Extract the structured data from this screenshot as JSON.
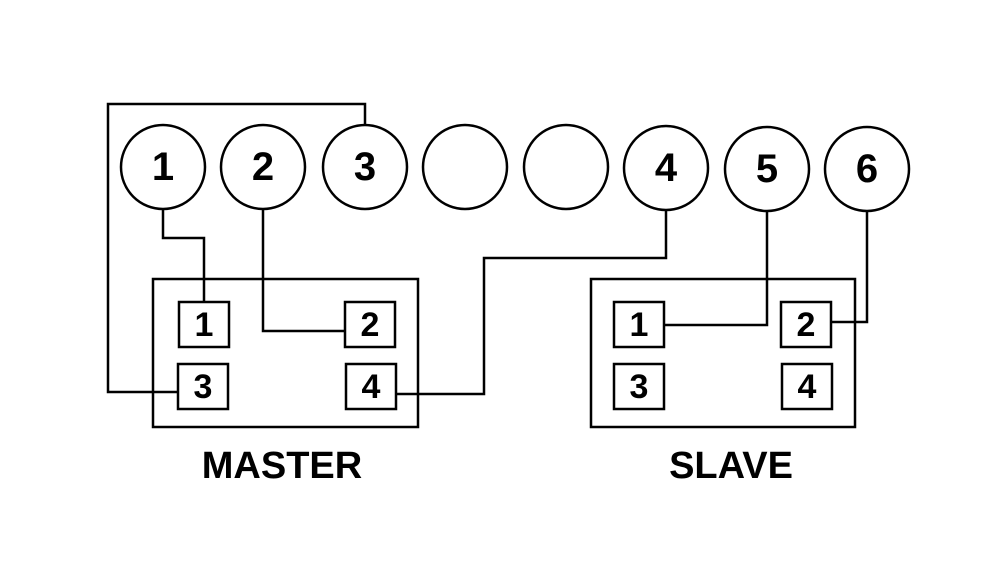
{
  "circles": [
    "1",
    "2",
    "3",
    "",
    "",
    "4",
    "5",
    "6"
  ],
  "master": {
    "label": "MASTER",
    "terminals": [
      "1",
      "2",
      "3",
      "4"
    ]
  },
  "slave": {
    "label": "SLAVE",
    "terminals": [
      "1",
      "2",
      "3",
      "4"
    ]
  }
}
